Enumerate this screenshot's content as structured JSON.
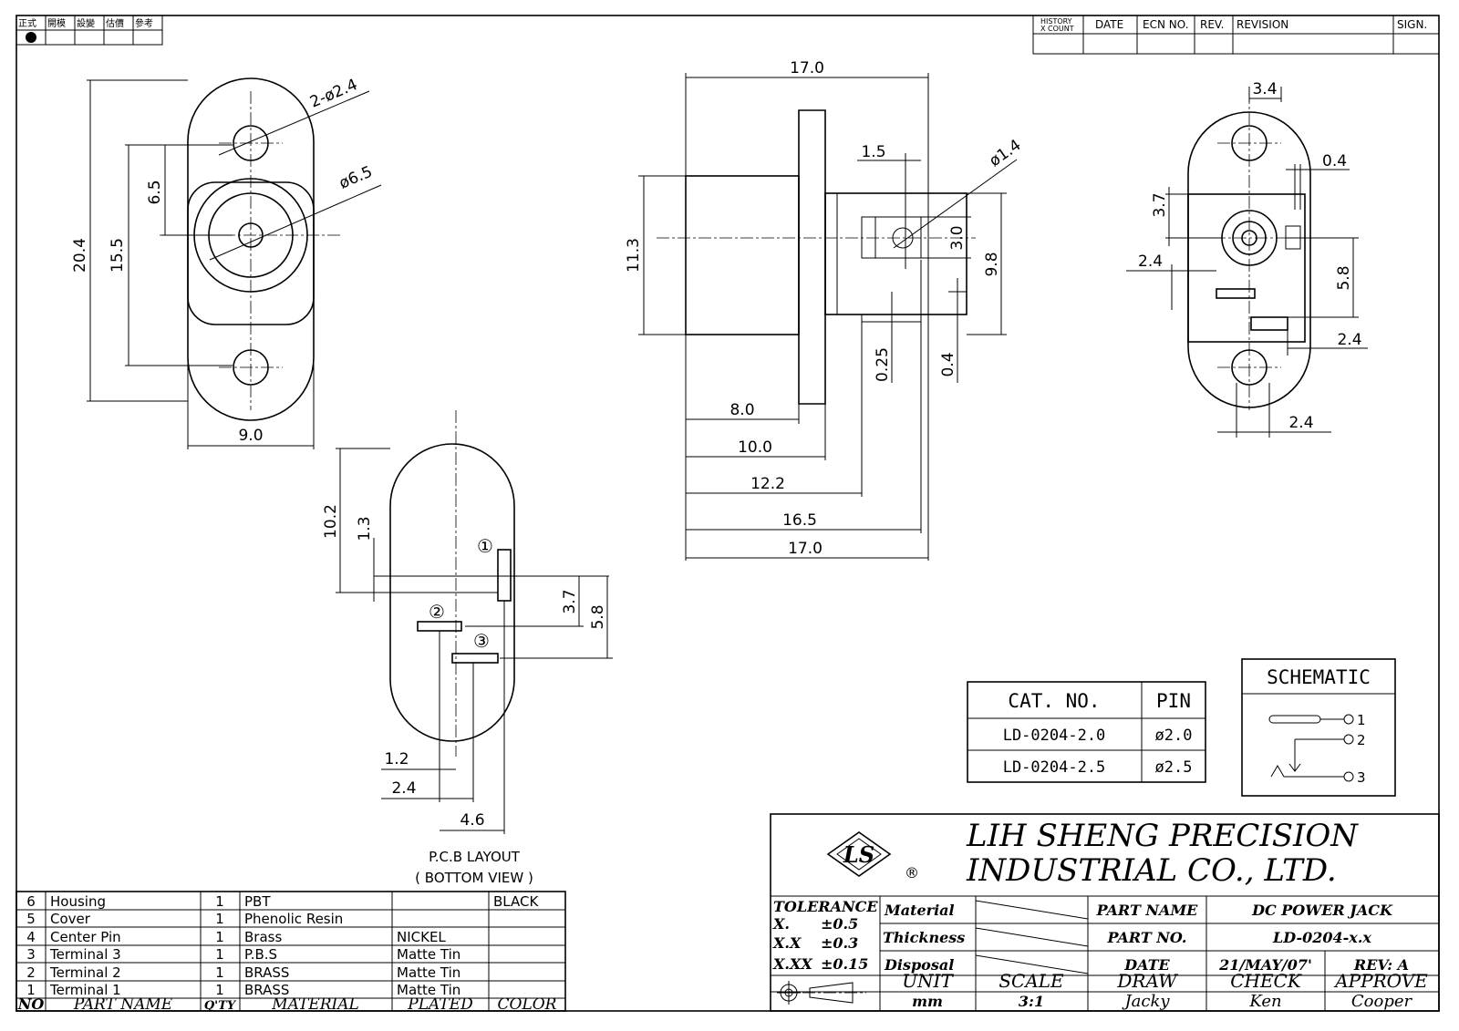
{
  "header_stamps": [
    "正式",
    "開模",
    "設變",
    "估價",
    "參考"
  ],
  "revision_headers": {
    "history": "HISTORY",
    "xcount": "X COUNT",
    "date": "DATE",
    "ecn": "ECN NO.",
    "rev": "REV.",
    "revision": "REVISION",
    "sign": "SIGN."
  },
  "front_view": {
    "holes": "2-ø2.4",
    "jack": "ø6.5",
    "pitch": "6.5",
    "hole_span": "15.5",
    "height": "20.4",
    "width": "9.0"
  },
  "side_view": {
    "length_top": "17.0",
    "pin_w": "1.5",
    "pin_dia": "ø1.4",
    "body_h": "11.3",
    "pin_h": "3.0",
    "rear_h": "9.8",
    "t1": "0.25",
    "t2": "0.4",
    "d8": "8.0",
    "d10": "10.0",
    "d12": "12.2",
    "d16": "16.5",
    "d17": "17.0"
  },
  "rear_view": {
    "w": "3.4",
    "t": "0.4",
    "h1": "3.7",
    "p1": "2.4",
    "h2": "5.8",
    "p2": "2.4",
    "p3": "2.4"
  },
  "pcb": {
    "h1": "10.2",
    "h2": "1.3",
    "v1": "3.7",
    "v2": "5.8",
    "pin1": "①",
    "pin2": "②",
    "pin3": "③",
    "d1": "1.2",
    "d2": "2.4",
    "d3": "4.6",
    "title1": "P.C.B LAYOUT",
    "title2": "( BOTTOM VIEW )"
  },
  "catalog": {
    "col1": "CAT. NO.",
    "col2": "PIN",
    "rows": [
      {
        "cat": "LD-0204-2.0",
        "pin": "ø2.0"
      },
      {
        "cat": "LD-0204-2.5",
        "pin": "ø2.5"
      }
    ]
  },
  "schematic": {
    "title": "SCHEMATIC",
    "p1": "1",
    "p2": "2",
    "p3": "3"
  },
  "company": {
    "line1": "LIH SHENG PRECISION",
    "line2": "INDUSTRIAL CO., LTD.",
    "logo": "LS",
    "reg": "®"
  },
  "title_block": {
    "tolerance": "TOLERANCE",
    "t1k": "X.",
    "t1v": "±0.5",
    "t2k": "X.X",
    "t2v": "±0.3",
    "t3k": "X.XX",
    "t3v": "±0.15",
    "material": "Material",
    "thickness": "Thickness",
    "disposal": "Disposal",
    "part_name_k": "PART NAME",
    "part_name_v": "DC POWER JACK",
    "part_no_k": "PART NO.",
    "part_no_v": "LD-0204-x.x",
    "date_k": "DATE",
    "date_v": "21/MAY/07'",
    "rev": "REV: A",
    "unit_k": "UNIT",
    "unit_v": "mm",
    "scale_k": "SCALE",
    "scale_v": "3:1",
    "draw_k": "DRAW",
    "draw_v": "Jacky",
    "check_k": "CHECK",
    "check_v": "Ken",
    "approve_k": "APPROVE",
    "approve_v": "Cooper"
  },
  "bom": {
    "headers": {
      "no": "NO",
      "name": "PART NAME",
      "qty": "Q'TY",
      "mat": "MATERIAL",
      "plated": "PLATED",
      "color": "COLOR"
    },
    "rows": [
      {
        "no": "6",
        "name": "Housing",
        "qty": "1",
        "mat": "PBT",
        "plated": "",
        "color": "BLACK"
      },
      {
        "no": "5",
        "name": "Cover",
        "qty": "1",
        "mat": "Phenolic Resin",
        "plated": "",
        "color": ""
      },
      {
        "no": "4",
        "name": "Center Pin",
        "qty": "1",
        "mat": "Brass",
        "plated": "NICKEL",
        "color": ""
      },
      {
        "no": "3",
        "name": "Terminal  3",
        "qty": "1",
        "mat": "P.B.S",
        "plated": "Matte Tin",
        "color": ""
      },
      {
        "no": "2",
        "name": "Terminal  2",
        "qty": "1",
        "mat": "BRASS",
        "plated": "Matte Tin",
        "color": ""
      },
      {
        "no": "1",
        "name": "Terminal  1",
        "qty": "1",
        "mat": "BRASS",
        "plated": "Matte Tin",
        "color": ""
      }
    ]
  }
}
